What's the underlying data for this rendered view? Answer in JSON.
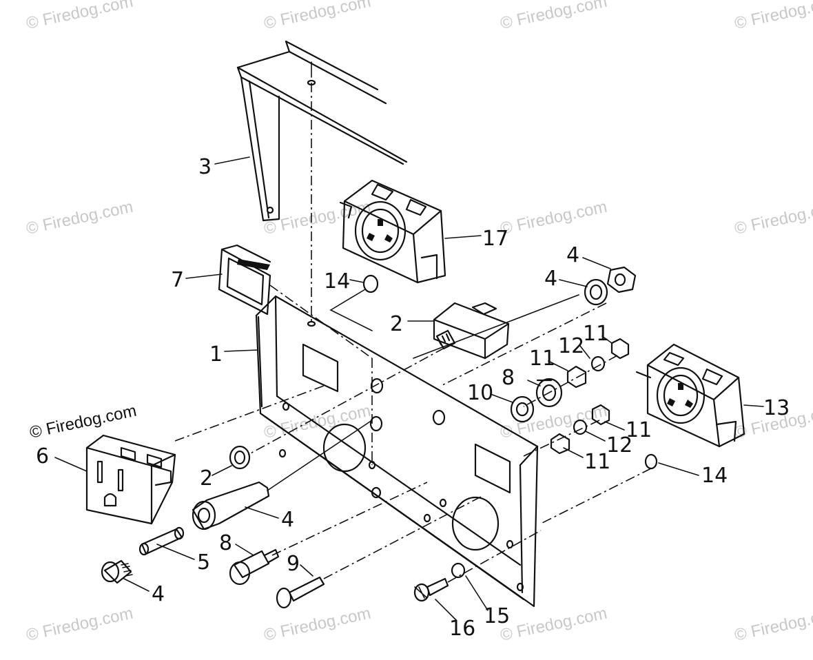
{
  "watermark": {
    "text": "© Firedog.com"
  },
  "callouts": [
    "1",
    "2",
    "2",
    "3",
    "4",
    "4",
    "4",
    "4",
    "5",
    "6",
    "7",
    "8",
    "8",
    "9",
    "10",
    "11",
    "11",
    "11",
    "11",
    "12",
    "12",
    "13",
    "14",
    "14",
    "15",
    "16",
    "17"
  ]
}
